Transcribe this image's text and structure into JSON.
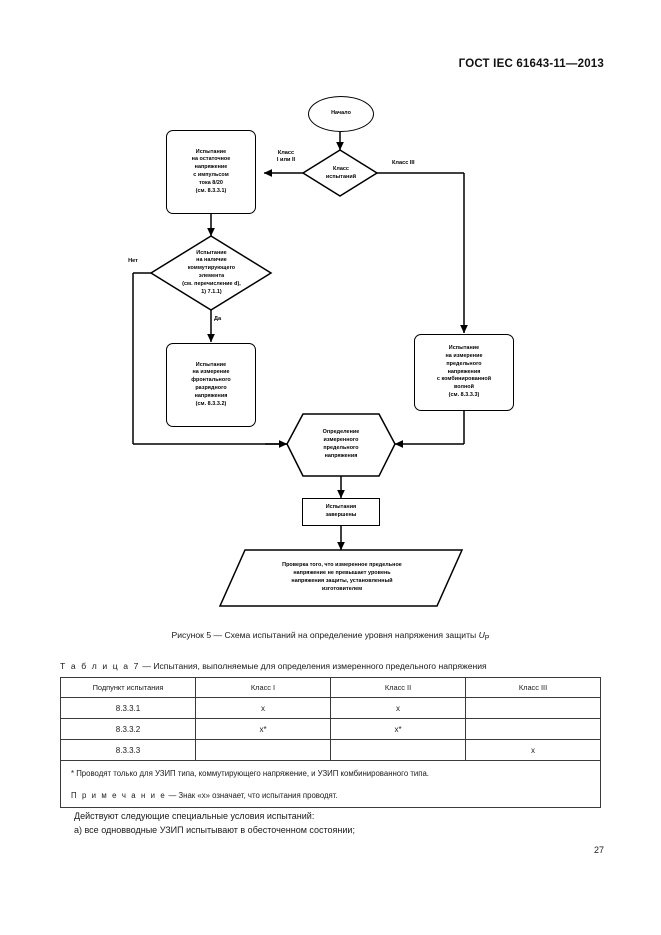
{
  "header": {
    "standard": "ГОСТ IEC 61643-11—2013"
  },
  "figure": {
    "caption_prefix": "Рисунок 5 — Схема испытаний на определение уровня напряжения защиты ",
    "caption_symbol": "U",
    "caption_subscript": "P",
    "nodes": {
      "start": "Начало",
      "decision_class": "Класс\nиспытаний",
      "residual_voltage_test": "Испытание\nна остаточное\nнапряжение\nс импульсом\nтока 8/20\n(см. 8.3.3.1)",
      "switching_element_test": "Испытание\nна наличие\nкоммутирующего\nэлемента\n(см. перечисление d),\n1) 7.1.1)",
      "front_discharge_test": "Испытание\nна измерение\nфронтального\nразрядного\nнапряжения\n(см. 8.3.3.2)",
      "combination_wave_test": "Испытание\nна измерение\nпредельного\nнапряжения\nс комбинированной\nволной\n(см. 8.3.3.3)",
      "determination": "Определение\nизмеренного\nпредельного\nнапряжения",
      "tests_complete": "Испытания\nзавершены",
      "verification": "Проверка того, что измеренное предельное\nнапряжение не превышает уровень\nнапряжения защиты, установленный\nизготовителем"
    },
    "edge_labels": {
      "class_i_ii": "Класс\nI или II",
      "class_iii": "Класс III",
      "no": "Нет",
      "yes": "Да"
    }
  },
  "table": {
    "caption_label": "Т а б л и ц а  7",
    "caption_text": " — Испытания, выполняемые для определения измеренного предельного напряжения",
    "headers": [
      "Подпункт испытания",
      "Класс I",
      "Класс II",
      "Класс III"
    ],
    "rows": [
      {
        "subclause": "8.3.3.1",
        "class_i": "x",
        "class_ii": "x",
        "class_iii": ""
      },
      {
        "subclause": "8.3.3.2",
        "class_i": "x*",
        "class_ii": "x*",
        "class_iii": ""
      },
      {
        "subclause": "8.3.3.3",
        "class_i": "",
        "class_ii": "",
        "class_iii": "x"
      }
    ],
    "footnote": "* Проводят только для УЗИП типа, коммутирующего напряжение, и УЗИП комбинированного типа.",
    "note_label": "П р и м е ч а н и е",
    "note_text": " — Знак «х» означает, что испытания проводят."
  },
  "body": {
    "line1": "Действуют следующие специальные условия испытаний:",
    "line2": "а) все одновводные УЗИП испытывают в обесточенном состоянии;"
  },
  "page_number": "27"
}
